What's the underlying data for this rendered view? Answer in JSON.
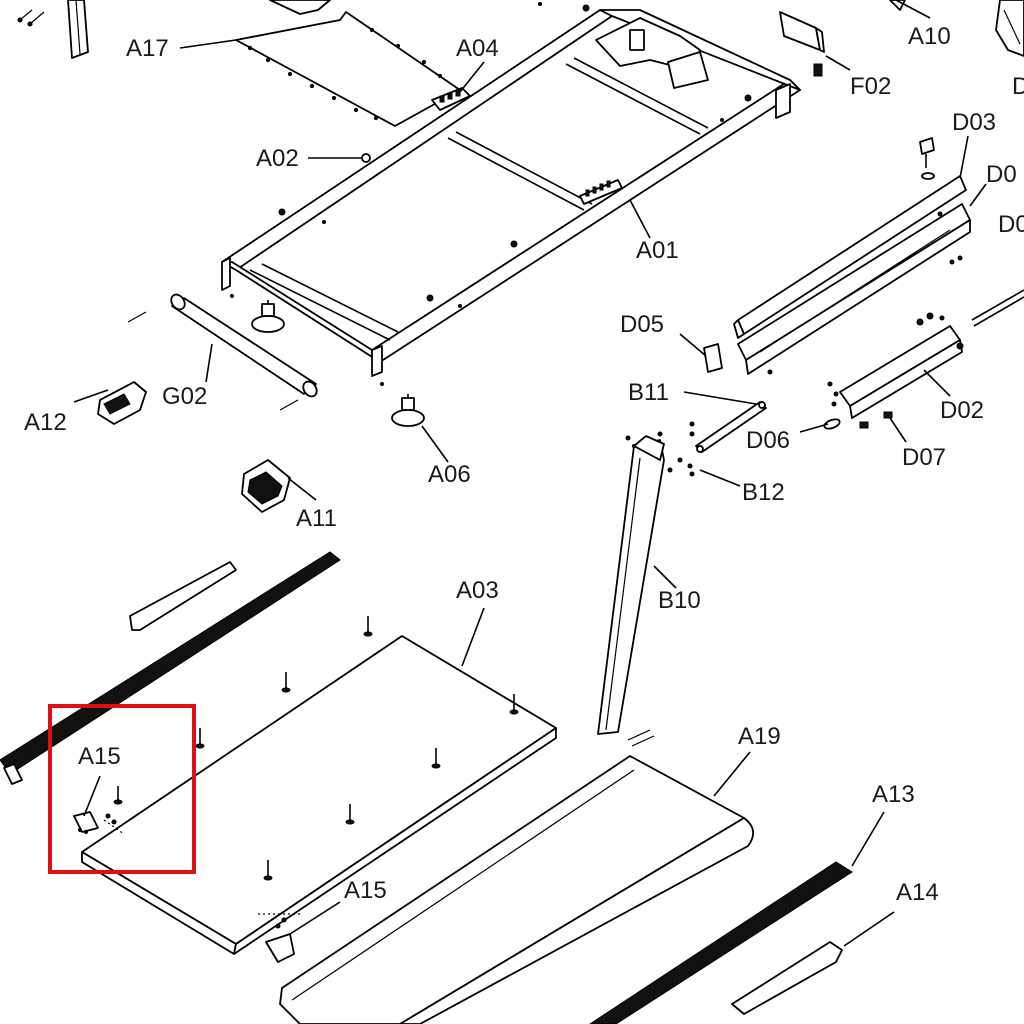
{
  "labels": {
    "A17": "A17",
    "A04": "A04",
    "A02": "A02",
    "A01": "A01",
    "A10": "A10",
    "F02": "F02",
    "D03": "D03",
    "D0_top": "D0",
    "D0_edge": "D0",
    "D05": "D05",
    "B11": "B11",
    "D06": "D06",
    "D02": "D02",
    "D07": "D07",
    "B12": "B12",
    "G02": "G02",
    "A12": "A12",
    "A06": "A06",
    "A11": "A11",
    "B10": "B10",
    "A03": "A03",
    "A19": "A19",
    "A13": "A13",
    "A14": "A14",
    "A15_box": "A15",
    "A15_lower": "A15",
    "D_edge": "D"
  },
  "highlight": {
    "color": "#e01010",
    "target": "A15"
  }
}
